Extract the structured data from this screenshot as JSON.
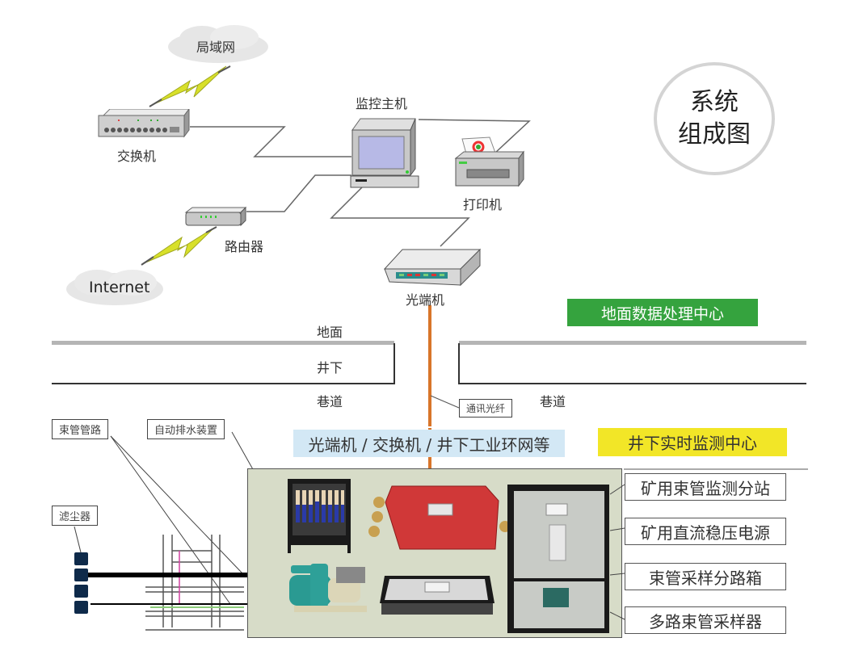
{
  "title": {
    "line1": "系统",
    "line2": "组成图"
  },
  "surface": {
    "cloud_lan": "局域网",
    "cloud_internet": "Internet",
    "switch": "交换机",
    "host": "监控主机",
    "printer": "打印机",
    "router": "路由器",
    "optical_terminal": "光端机",
    "center_banner": "地面数据处理中心"
  },
  "strata": {
    "ground": "地面",
    "underground": "井下",
    "tunnel_left": "巷道",
    "tunnel_right": "巷道",
    "fiber_label": "通讯光纤"
  },
  "underground": {
    "network_banner": "光端机 / 交换机 / 井下工业环网等",
    "center_banner": "井下实时监测中心",
    "callouts": {
      "tube_pipeline": "束管管路",
      "auto_drain": "自动排水装置",
      "dust_filter": "滤尘器"
    },
    "equipment_labels": [
      "矿用束管监测分站",
      "矿用直流稳压电源",
      "束管采样分路箱",
      "多路束管采样器"
    ]
  },
  "colors": {
    "green_banner": "#35a33e",
    "yellow_banner": "#f2e627",
    "blue_banner": "#d3e8f5",
    "fiber": "#d8752a",
    "equipment_bg": "#d7dcc8"
  }
}
